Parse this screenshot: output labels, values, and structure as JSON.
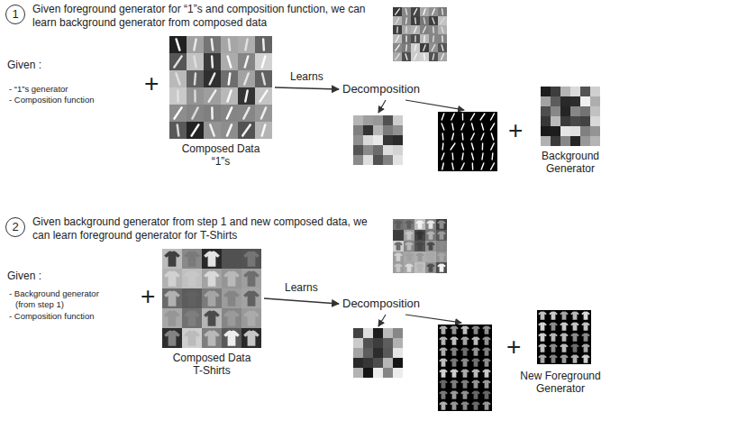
{
  "diagram": {
    "nodes": [
      {
        "text": [
          "1"
        ]
      },
      {
        "text": [
          "Composed Data “1”s"
        ]
      },
      {
        "text": [
          "Decomposition"
        ]
      },
      {
        "text": [
          "Background Generator"
        ]
      },
      {
        "text": [
          "2"
        ]
      },
      {
        "text": [
          "Composed Data T-Shirts"
        ]
      },
      {
        "text": [
          "Decomposition"
        ]
      },
      {
        "text": [
          "New Foreground Generator"
        ]
      }
    ],
    "edges": [
      {
        "from": 1,
        "to": 2,
        "label": "Learns",
        "arrow": "to"
      },
      {
        "from": 5,
        "to": 6,
        "label": "Learns",
        "arrow": "to"
      }
    ],
    "labels": [
      "Given foreground generator for “1”s and composition function, we can learn background generator from composed data",
      "Given :",
      "- “1”s generator",
      "- Composition function",
      "+",
      "+",
      "Given background generator from step 1 and new composed data, we can learn foreground generator for T-Shirts",
      "Given :",
      "- Background generator (from step 1)",
      "- Composition function",
      "+",
      "+"
    ]
  }
}
